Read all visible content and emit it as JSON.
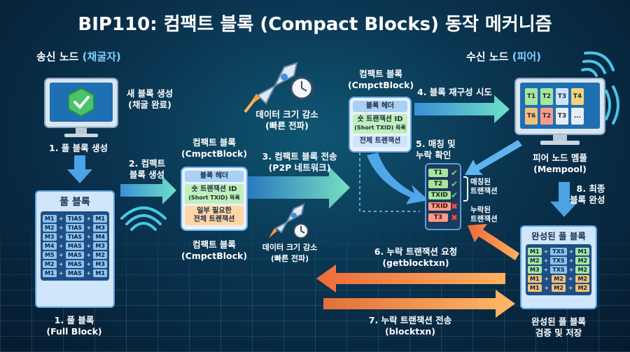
{
  "title": "BIP110: 컴팩트 블록 (Compact Blocks) 동작 메커니즘",
  "sender": {
    "label": "송신 노드",
    "role": "(채굴자)"
  },
  "receiver": {
    "label": "수신 노드",
    "role": "(피어)"
  },
  "new_block": {
    "line1": "새 블록 생성",
    "line2": "(채굴 완료)"
  },
  "step1": "1. 풀 블록 생성",
  "full_block": {
    "title": "풀 블록",
    "rows": [
      [
        "M1",
        "TIAS",
        "M1"
      ],
      [
        "M2",
        "TIAS",
        "M3"
      ],
      [
        "M3",
        "TIAS",
        "M4"
      ],
      [
        "M4",
        "MAS",
        "M3"
      ],
      [
        "M5",
        "MAS",
        "M2"
      ],
      [
        "M2",
        "MAS",
        "M3"
      ],
      [
        "M1",
        "MAS",
        "M1"
      ]
    ],
    "plus": "+",
    "caption1": "1. 풀 블록",
    "caption2": "(Full Block)"
  },
  "step2": {
    "line1": "2. 컴팩트",
    "line2": "블록 생성"
  },
  "compact_mid": {
    "top1": "컴팩트 블록",
    "top2": "(CmpctBlock)",
    "header": "블록 헤더",
    "ids1": "숏 트랜잭션 ID",
    "ids2": "(Short TXID) 목록",
    "tx1": "일부 필요한",
    "tx2": "전체 트랜잭션",
    "bottom1": "컴팩트 블록",
    "bottom2": "(CmpctBlock)"
  },
  "data_reduce_top": {
    "line1": "데이터 크기 감소",
    "line2": "(빠른 전파)"
  },
  "data_reduce_bottom": {
    "line1": "데이터 크기 감소",
    "line2": "(빠른 전파)"
  },
  "step3": {
    "line1": "3. 컴팩트 블록 전송",
    "line2": "(P2P 네트워크)"
  },
  "compact_recv": {
    "top1": "컴팩트 블록",
    "top2": "(CmpctBlock)",
    "header": "블록 헤더",
    "ids1": "숏 트랜잭션 ID",
    "ids2": "(Short TXID) 목록",
    "all": "전체 트랜잭션"
  },
  "step4": "4. 블록 재구성 시도",
  "mempool": {
    "tiles": [
      "T1",
      "T2",
      "T3",
      "T4",
      "T6",
      "T2",
      "T3",
      "..."
    ],
    "label1": "피어 노드 멤풀",
    "label2": "(Mempool)"
  },
  "step5": {
    "line1": "5. 매칭 및",
    "line2": "누락 확인"
  },
  "match_list": {
    "items": [
      {
        "label": "T1",
        "status": "ok"
      },
      {
        "label": "T2",
        "status": "ok"
      },
      {
        "label": "TXID",
        "status": "ok"
      },
      {
        "label": "TXID",
        "status": "missing"
      },
      {
        "label": "T3",
        "status": "missing"
      }
    ],
    "matched1": "매칭된",
    "matched2": "트랜잭션",
    "missing1": "누락된",
    "missing2": "트랜잭션"
  },
  "step6": {
    "line1": "6. 누락 트랜잭션 요청",
    "line2": "(getblocktxn)"
  },
  "step7": {
    "line1": "7. 누락 트랜잭션 전송",
    "line2": "(blocktxn)"
  },
  "step8": {
    "line1": "8. 최종",
    "line2": "블록 완성"
  },
  "done_block": {
    "title": "완성된 풀 블록",
    "rows": [
      [
        "M1",
        "TXS",
        "M1"
      ],
      [
        "M2",
        "TXS",
        "M2"
      ],
      [
        "M3",
        "TXS",
        "M2"
      ],
      [
        "M1",
        "M2",
        "M2"
      ],
      [
        "M1",
        "M2",
        "M2"
      ]
    ],
    "plus": "+",
    "caption1": "완성된 풀 블록",
    "caption2": "검증 및 저장"
  },
  "colors": {
    "teal_arrow": "#4fd1c5",
    "orange_arrow": "#f39a4a",
    "blue_arrow": "#5fb4f0",
    "check": "#5ce06a",
    "cross": "#ff4b4b"
  }
}
